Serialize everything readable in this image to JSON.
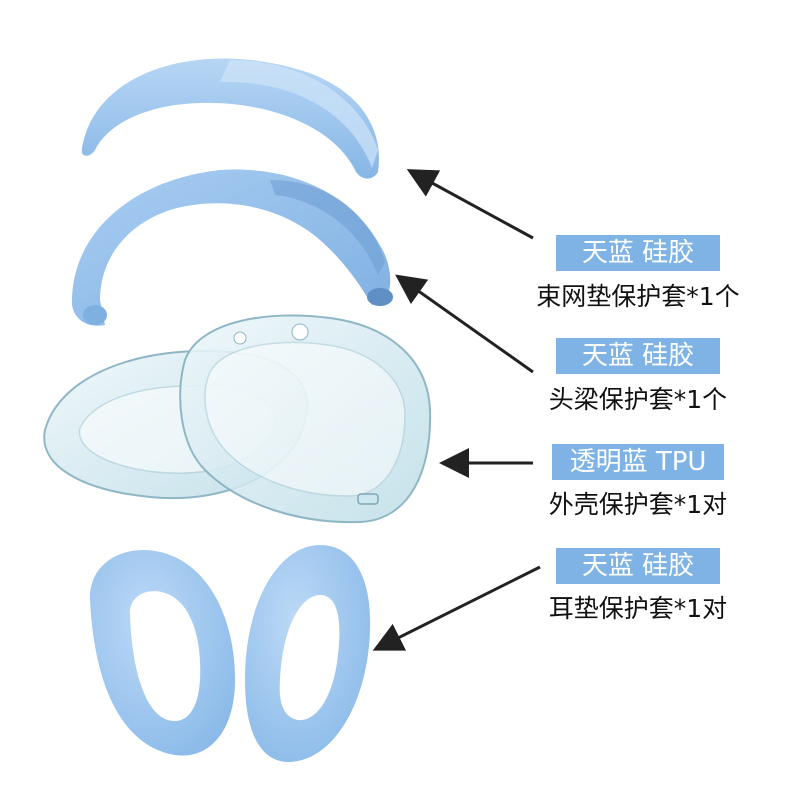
{
  "colors": {
    "silicone_blue": "#9ec6ef",
    "silicone_shade": "#7fafe0",
    "tpu_clear": "#cfe6ee",
    "tag_bg": "#7fb3e6",
    "arrow": "#222222"
  },
  "labels": [
    {
      "tag": "天蓝 硅胶",
      "desc": "束网垫保护套*1个"
    },
    {
      "tag": "天蓝 硅胶",
      "desc": "头梁保护套*1个"
    },
    {
      "tag": "透明蓝 TPU",
      "desc": "外壳保护套*1对"
    },
    {
      "tag": "天蓝 硅胶",
      "desc": "耳垫保护套*1对"
    }
  ]
}
